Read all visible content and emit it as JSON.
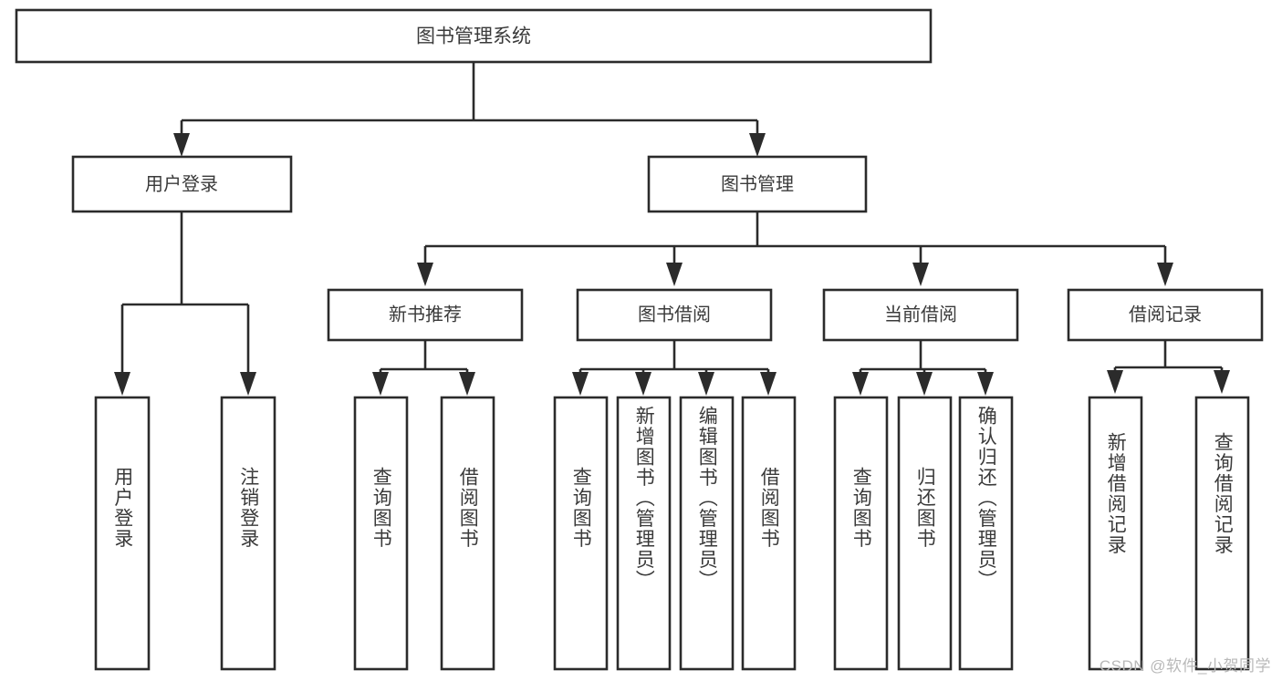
{
  "diagram": {
    "type": "tree-hierarchy-chart",
    "title": "图书管理系统",
    "watermark": "CSDN @软件_小贺同学",
    "colors": {
      "stroke": "#2b2b2b",
      "box_fill": "#ffffff",
      "text": "#3a3a3a",
      "background": "#ffffff",
      "watermark": "#b9b9b9"
    },
    "root": {
      "label": "图书管理系统"
    },
    "level1": [
      {
        "label": "用户登录"
      },
      {
        "label": "图书管理"
      }
    ],
    "level2": [
      {
        "label": "新书推荐"
      },
      {
        "label": "图书借阅"
      },
      {
        "label": "当前借阅"
      },
      {
        "label": "借阅记录"
      }
    ],
    "leaves": {
      "user_login": [
        {
          "label": "用户登录"
        },
        {
          "label": "注销登录"
        }
      ],
      "new_book_recommend": [
        {
          "label": "查询图书"
        },
        {
          "label": "借阅图书"
        }
      ],
      "book_borrow": [
        {
          "label": "查询图书"
        },
        {
          "label": "新增图书（管理员）"
        },
        {
          "label": "编辑图书（管理员）"
        },
        {
          "label": "借阅图书"
        }
      ],
      "current_borrow": [
        {
          "label": "查询图书"
        },
        {
          "label": "归还图书"
        },
        {
          "label": "确认归还（管理员）"
        }
      ],
      "borrow_record": [
        {
          "label": "新增借阅记录"
        },
        {
          "label": "查询借阅记录"
        }
      ]
    }
  }
}
